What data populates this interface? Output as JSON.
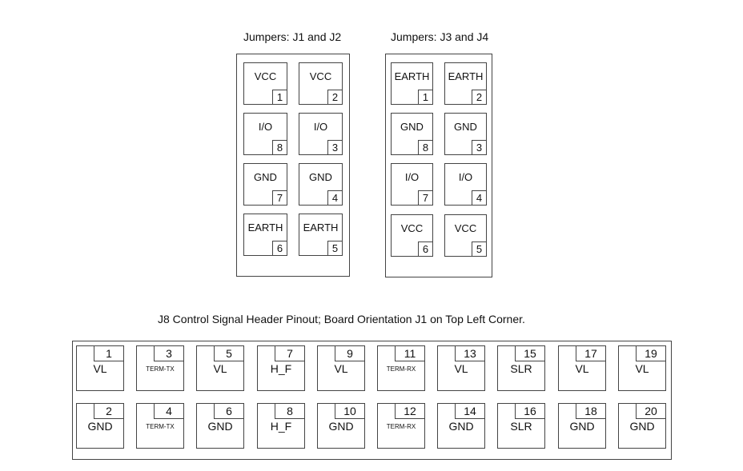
{
  "jumpers_j1_j2": {
    "title": "Jumpers: J1 and J2",
    "pins": [
      {
        "label": "VCC",
        "number": "1"
      },
      {
        "label": "VCC",
        "number": "2"
      },
      {
        "label": "I/O",
        "number": "8"
      },
      {
        "label": "I/O",
        "number": "3"
      },
      {
        "label": "GND",
        "number": "7"
      },
      {
        "label": "GND",
        "number": "4"
      },
      {
        "label": "EARTH",
        "number": "6"
      },
      {
        "label": "EARTH",
        "number": "5"
      }
    ]
  },
  "jumpers_j3_j4": {
    "title": "Jumpers: J3 and J4",
    "pins": [
      {
        "label": "EARTH",
        "number": "1"
      },
      {
        "label": "EARTH",
        "number": "2"
      },
      {
        "label": "GND",
        "number": "8"
      },
      {
        "label": "GND",
        "number": "3"
      },
      {
        "label": "I/O",
        "number": "7"
      },
      {
        "label": "I/O",
        "number": "4"
      },
      {
        "label": "VCC",
        "number": "6"
      },
      {
        "label": "VCC",
        "number": "5"
      }
    ]
  },
  "header_j8": {
    "title": "J8 Control Signal Header Pinout; Board Orientation J1 on Top Left Corner.",
    "top_row": [
      {
        "number": "1",
        "label": "VL"
      },
      {
        "number": "3",
        "label": "TERM-TX"
      },
      {
        "number": "5",
        "label": "VL"
      },
      {
        "number": "7",
        "label": "H_F"
      },
      {
        "number": "9",
        "label": "VL"
      },
      {
        "number": "11",
        "label": "TERM-RX"
      },
      {
        "number": "13",
        "label": "VL"
      },
      {
        "number": "15",
        "label": "SLR"
      },
      {
        "number": "17",
        "label": "VL"
      },
      {
        "number": "19",
        "label": "VL"
      }
    ],
    "bottom_row": [
      {
        "number": "2",
        "label": "GND"
      },
      {
        "number": "4",
        "label": "TERM-TX"
      },
      {
        "number": "6",
        "label": "GND"
      },
      {
        "number": "8",
        "label": "H_F"
      },
      {
        "number": "10",
        "label": "GND"
      },
      {
        "number": "12",
        "label": "TERM-RX"
      },
      {
        "number": "14",
        "label": "GND"
      },
      {
        "number": "16",
        "label": "SLR"
      },
      {
        "number": "18",
        "label": "GND"
      },
      {
        "number": "20",
        "label": "GND"
      }
    ]
  }
}
